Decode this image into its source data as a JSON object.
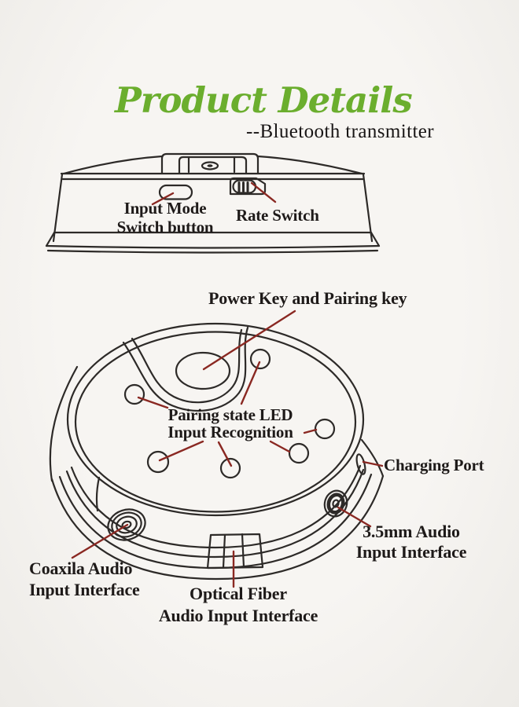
{
  "header": {
    "title": "Product Details",
    "subtitle": "--Bluetooth transmitter"
  },
  "top_view": {
    "input_mode_switch_line1": "Input Mode",
    "input_mode_switch_line2": "Switch button",
    "rate_switch": "Rate Switch"
  },
  "bottom_view": {
    "power_key": "Power Key and Pairing key",
    "pairing_line1": "Pairing state LED",
    "pairing_line2": "Input Recognition",
    "charging_port": "Charging Port",
    "audio_35mm_line1": "3.5mm Audio",
    "audio_35mm_line2": "Input Interface",
    "coaxial_line1": "Coaxila Audio",
    "coaxial_line2": "Input Interface",
    "optical_line1": "Optical Fiber",
    "optical_line2": "Audio Input Interface"
  },
  "colors": {
    "title_green": "#6bae2e",
    "line_art": "#2d2a28",
    "leader_red": "#8a2822",
    "label_text": "#1e1a19",
    "background": "#f4f2ee"
  }
}
